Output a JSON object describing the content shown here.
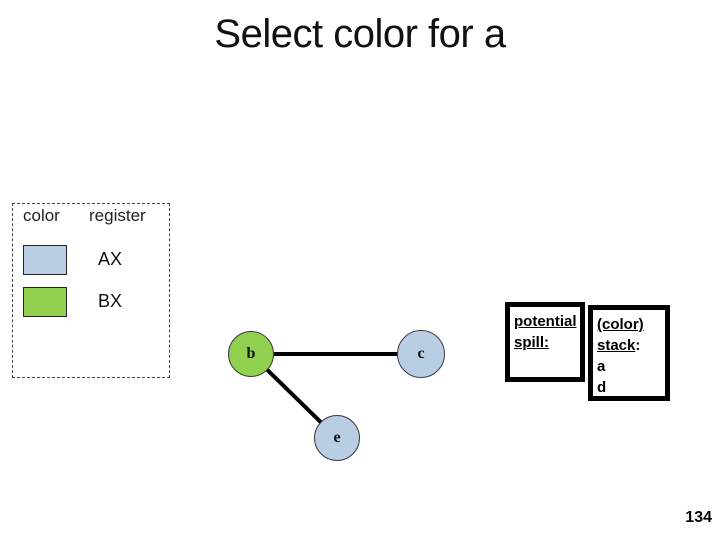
{
  "slide": {
    "title": "Select color for a",
    "page_number": "134"
  },
  "legend": {
    "header": {
      "color_label": "color",
      "register_label": "register"
    },
    "items": [
      {
        "register": "AX",
        "color": "#b9cde5"
      },
      {
        "register": "BX",
        "color": "#92d050"
      }
    ]
  },
  "graph": {
    "nodes": [
      {
        "id": "b",
        "label": "b",
        "color": "#92d050"
      },
      {
        "id": "c",
        "label": "c",
        "color": "#b9cde5"
      },
      {
        "id": "e",
        "label": "e",
        "color": "#b9cde5"
      }
    ],
    "edges": [
      {
        "from": "b",
        "to": "c"
      },
      {
        "from": "b",
        "to": "e"
      }
    ]
  },
  "spill_box": {
    "line1": "potential",
    "line2": "spill:"
  },
  "stack_box": {
    "line1": "(color)",
    "stack_word": "stack",
    "colon": ":",
    "items": [
      "a",
      "d"
    ]
  },
  "colors": {
    "node_green": "#92d050",
    "node_blue": "#b9cde5",
    "edge": "#000000"
  }
}
